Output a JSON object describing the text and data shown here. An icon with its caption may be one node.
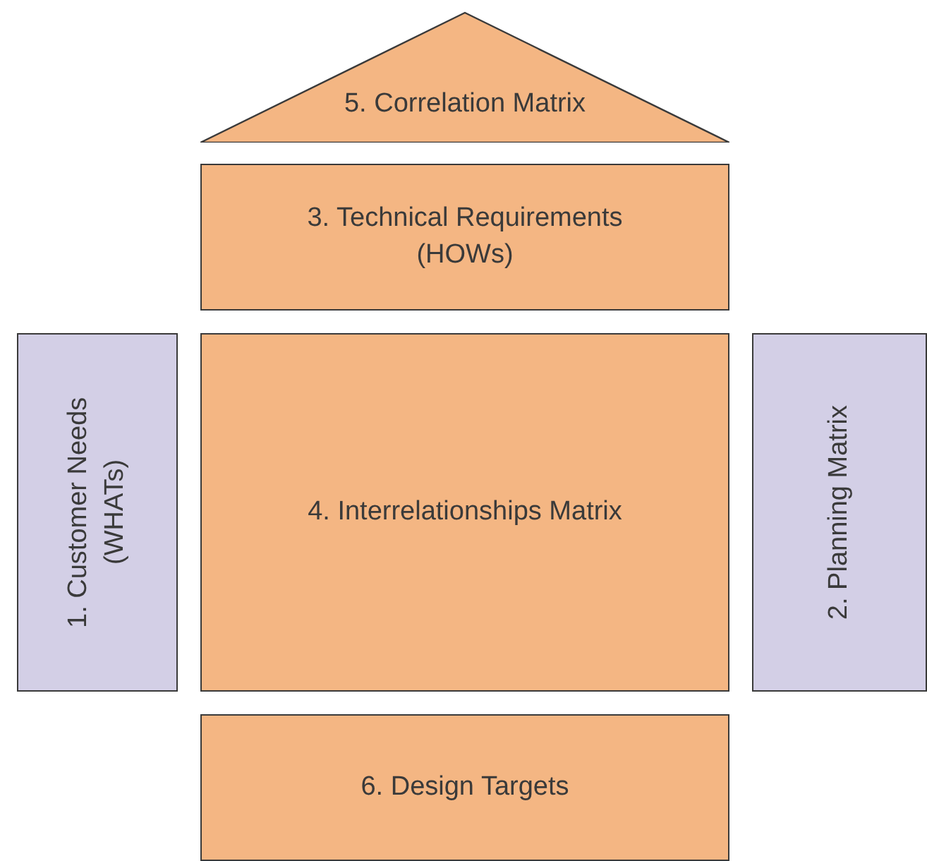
{
  "diagram": {
    "nodes": [
      {
        "text": [
          "5. Correlation Matrix"
        ]
      },
      {
        "text": [
          "3. Technical Requirements (HOWs)"
        ]
      },
      {
        "text": [
          "1. Customer Needs (WHATs)"
        ]
      },
      {
        "text": [
          "4. Interrelationships Matrix"
        ]
      },
      {
        "text": [
          "2. Planning Matrix"
        ]
      },
      {
        "text": [
          "6. Design Targets"
        ]
      }
    ]
  }
}
